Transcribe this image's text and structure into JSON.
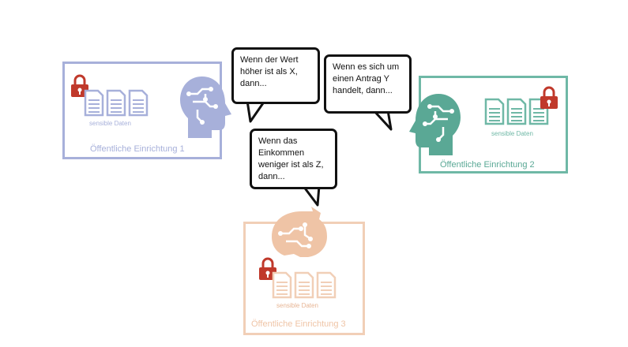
{
  "institutions": [
    {
      "label": "Öffentliche Einrichtung 1",
      "data_label": "sensible Daten",
      "color": "#a7b0da"
    },
    {
      "label": "Öffentliche Einrichtung 2",
      "data_label": "sensible Daten",
      "color": "#6fb8a6"
    },
    {
      "label": "Öffentliche Einrichtung 3",
      "data_label": "sensible Daten",
      "color": "#f1cfb7"
    }
  ],
  "bubbles": [
    {
      "text": "Wenn der Wert höher ist als X, dann..."
    },
    {
      "text": "Wenn es sich um einen Antrag Y handelt, dann..."
    },
    {
      "text": "Wenn das Einkommen weniger ist als Z, dann..."
    }
  ],
  "colors": {
    "lock": "#c0392b",
    "bubble_border": "#111111"
  },
  "icons": [
    "lock-icon",
    "document-icon",
    "ai-head-icon",
    "speech-bubble"
  ]
}
